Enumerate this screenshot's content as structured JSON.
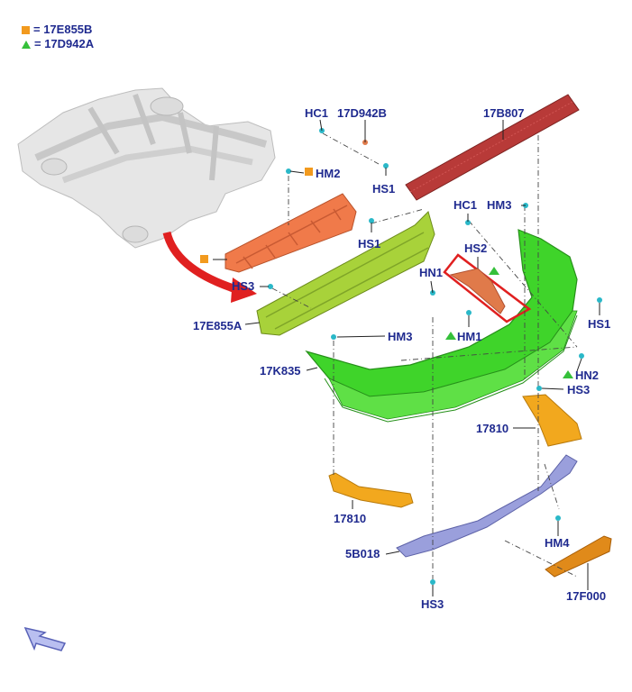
{
  "legend": {
    "items": [
      {
        "symbol": "square",
        "color": "#f29a1e",
        "text": "= 17E855B"
      },
      {
        "symbol": "triangle",
        "color": "#35c03a",
        "text": "= 17D942A"
      }
    ]
  },
  "labels": {
    "hc1_top": "HC1",
    "p17d942b": "17D942B",
    "p17b807": "17B807",
    "hm2": "HM2",
    "hs1_top": "HS1",
    "hs1_mid": "HS1",
    "hc1_mid": "HC1",
    "hm3_top": "HM3",
    "hs2": "HS2",
    "hn1": "HN1",
    "hs3_left": "HS3",
    "p17e855a": "17E855A",
    "hm1": "HM1",
    "hs1_right": "HS1",
    "hm3_mid": "HM3",
    "hn2": "HN2",
    "p17k835": "17K835",
    "hs3_right": "HS3",
    "p17810_right": "17810",
    "p17810_left": "17810",
    "hm4": "HM4",
    "p5b018": "5B018",
    "p17f000": "17F000",
    "hs3_bottom": "HS3"
  },
  "colors": {
    "label": "#1f2a8f",
    "bumper_cover": "#3fd42a",
    "reinforcement": "#a8d23a",
    "absorber": "#f07a4a",
    "step_pad": "#b83a38",
    "reflector": "#f2a81e",
    "valance": "#9a9fdc",
    "skid_plate": "#e08a1a",
    "highlight_box": "#e02020",
    "frame": "#d8d8d8"
  },
  "icons": {
    "nav": "back-arrow-icon"
  }
}
